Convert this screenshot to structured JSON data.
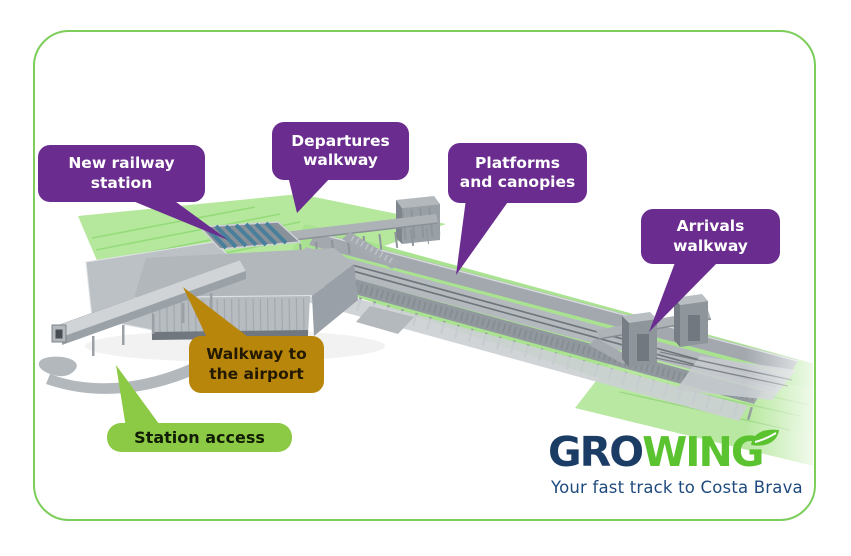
{
  "frame": {
    "border_color": "#7ccd5a"
  },
  "callouts": {
    "new_railway_station": {
      "text": "New railway station",
      "style": "purple"
    },
    "departures_walkway": {
      "text": "Departures walkway",
      "style": "purple"
    },
    "platforms_and_canopies": {
      "text": "Platforms and canopies",
      "style": "purple"
    },
    "arrivals_walkway": {
      "text": "Arrivals walkway",
      "style": "purple"
    },
    "walkway_to_airport": {
      "text": "Walkway to the airport",
      "style": "gold"
    },
    "station_access": {
      "text": "Station access",
      "style": "green"
    }
  },
  "logo": {
    "text_dark": "GRO",
    "text_green": "WING",
    "tagline": "Your fast track to Costa Brava"
  },
  "colors": {
    "callout_purple": "#6a2c8e",
    "callout_gold": "#b8860b",
    "callout_green": "#8cc944",
    "frame_green": "#7ccd5a",
    "logo_navy": "#1b3c64",
    "logo_green": "#5bc330",
    "tagline_blue": "#1e4a7d",
    "landscape_green": "#abe392",
    "structure_gray": "#b2b7bc"
  }
}
